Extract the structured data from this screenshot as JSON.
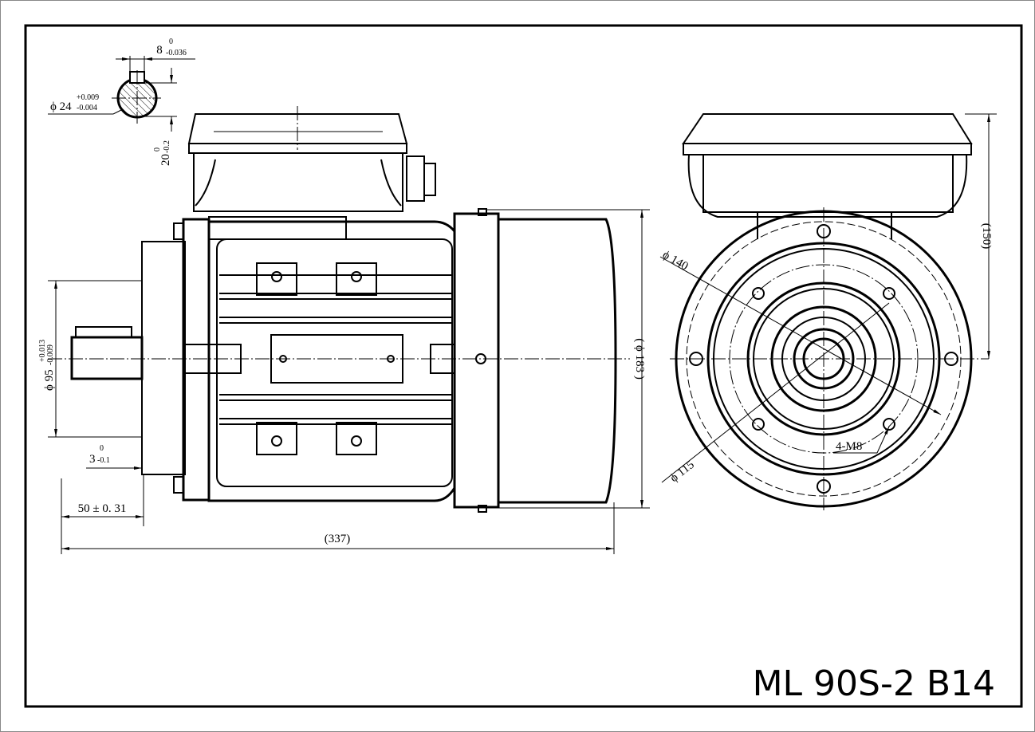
{
  "title": "ML 90S-2 B14",
  "dimensions": {
    "key_width": {
      "base": "8",
      "upper": "0",
      "lower": "-0.036"
    },
    "shaft_diameter": {
      "base": "ϕ 24",
      "upper": "+0.009",
      "lower": "-0.004"
    },
    "key_height": {
      "base": "20",
      "upper": "0",
      "lower": "-0.2"
    },
    "spigot_diameter": {
      "base": "ϕ 95",
      "upper": "+0.013",
      "lower": "-0.009"
    },
    "spigot_depth": {
      "base": "3",
      "upper": "0",
      "lower": "-0.1"
    },
    "shaft_length": "50 ± 0. 31",
    "overall_length": "(337)",
    "overall_diameter": "( ϕ 183 )",
    "height_to_axis": "(150)",
    "pcd_outer": "ϕ 140",
    "pcd_inner": "ϕ 115",
    "holes": "4-M8"
  }
}
